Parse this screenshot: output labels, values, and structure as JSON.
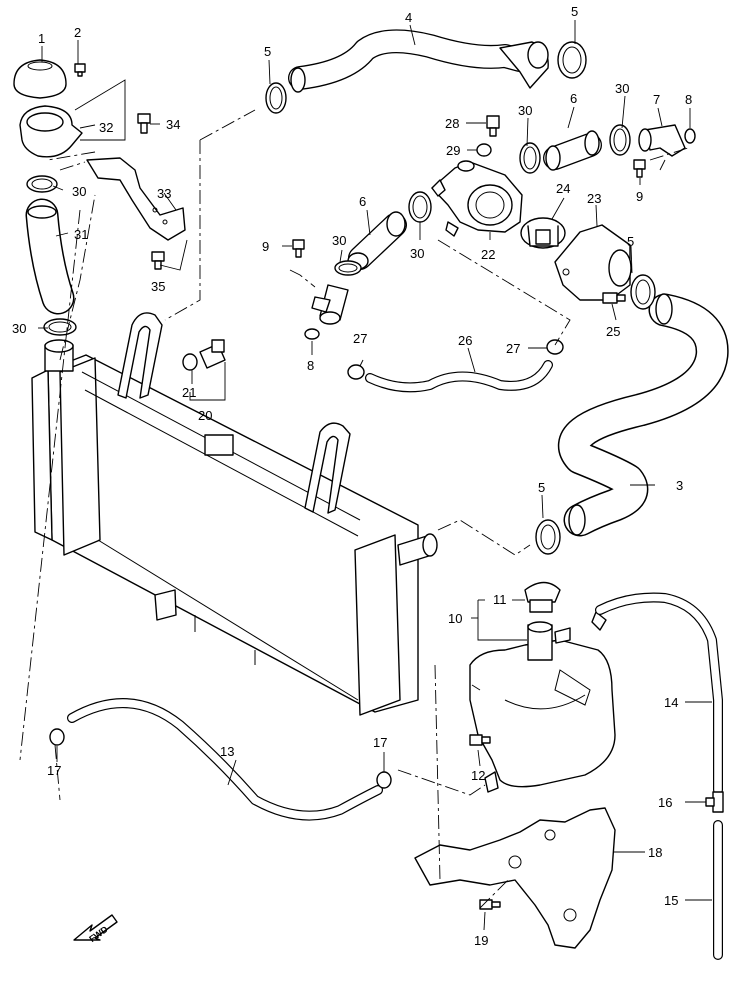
{
  "diagram": {
    "callouts": {
      "c1": "1",
      "c2": "2",
      "c3": "3",
      "c4": "4",
      "c5a": "5",
      "c5b": "5",
      "c5c": "5",
      "c5d": "5",
      "c6a": "6",
      "c6b": "6",
      "c7": "7",
      "c8a": "8",
      "c8b": "8",
      "c9a": "9",
      "c9b": "9",
      "c10": "10",
      "c11": "11",
      "c12": "12",
      "c13": "13",
      "c14": "14",
      "c15": "15",
      "c16": "16",
      "c17a": "17",
      "c17b": "17",
      "c18": "18",
      "c19": "19",
      "c20": "20",
      "c21": "21",
      "c22": "22",
      "c23": "23",
      "c24": "24",
      "c25": "25",
      "c26": "26",
      "c27a": "27",
      "c27b": "27",
      "c28": "28",
      "c29": "29",
      "c30a": "30",
      "c30b": "30",
      "c30c": "30",
      "c30d": "30",
      "c30e": "30",
      "c30f": "30",
      "c31": "31",
      "c32": "32",
      "c33": "33",
      "c34": "34",
      "c35": "35"
    },
    "fwd_label": "FWD"
  }
}
